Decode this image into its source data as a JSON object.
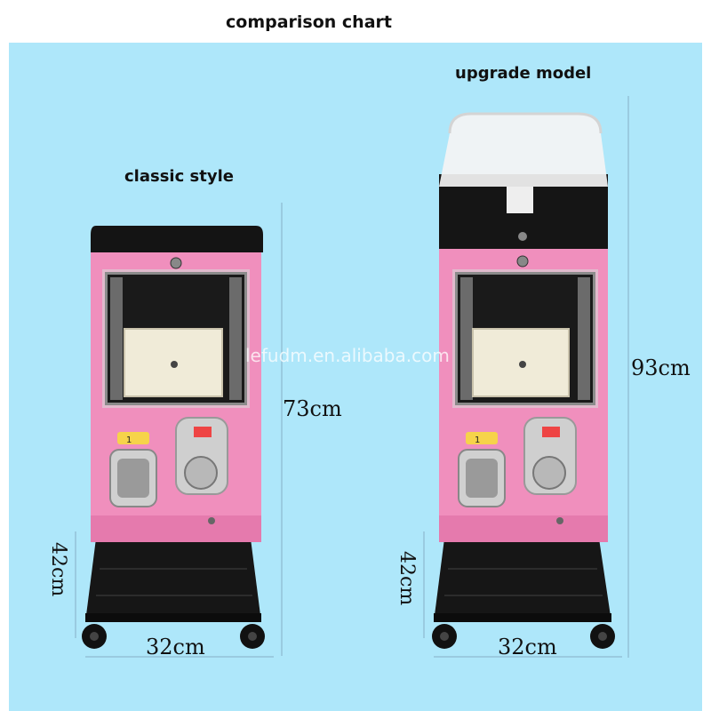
{
  "title": "comparison chart",
  "watermark": "lefudm.en.alibaba.com",
  "machines": {
    "classic": {
      "label": "classic style",
      "height": "73cm",
      "base_height": "42cm",
      "width": "32cm"
    },
    "upgrade": {
      "label": "upgrade model",
      "height": "93cm",
      "base_height": "42cm",
      "width": "32cm"
    }
  },
  "colors": {
    "background": "#aee7fa",
    "body_pink": "#f08fbd",
    "body_dark": "#111111",
    "panel_cream": "#f0ebd8"
  }
}
